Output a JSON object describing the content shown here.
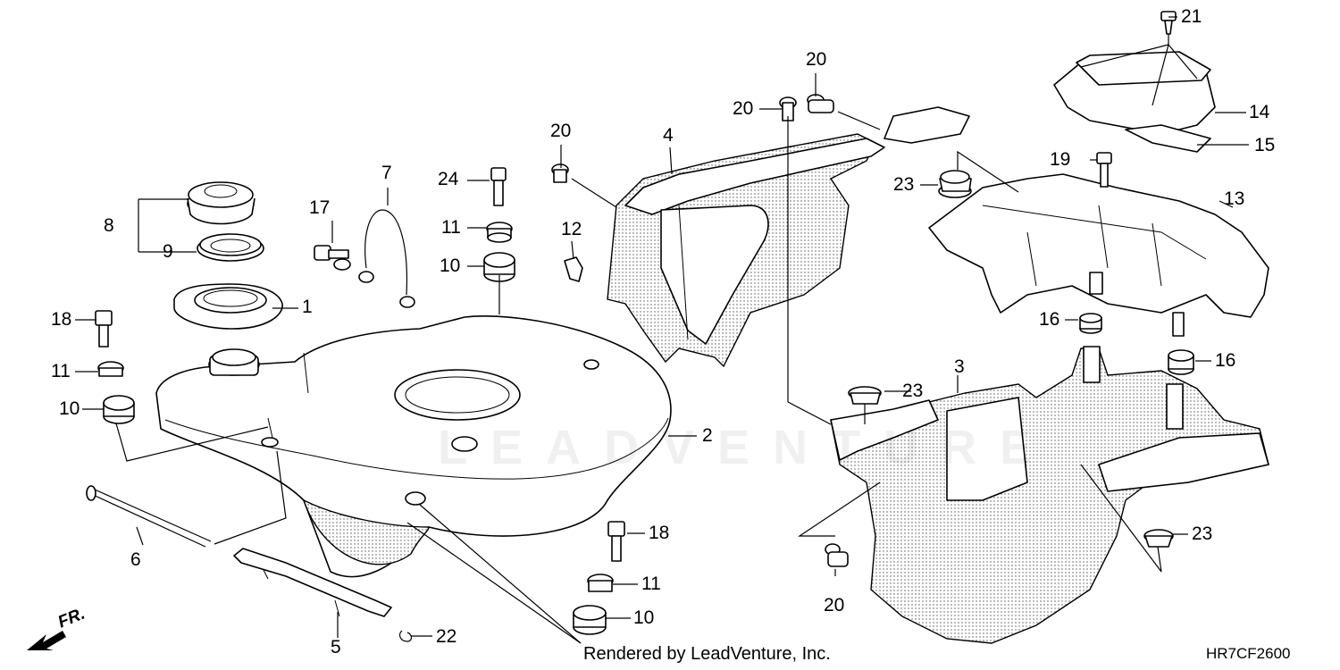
{
  "diagram": {
    "callouts": {
      "c1": "1",
      "c2": "2",
      "c3": "3",
      "c4": "4",
      "c5": "5",
      "c6": "6",
      "c7": "7",
      "c8": "8",
      "c9": "9",
      "c10a": "10",
      "c10b": "10",
      "c10c": "10",
      "c11a": "11",
      "c11b": "11",
      "c11c": "11",
      "c12": "12",
      "c13": "13",
      "c14": "14",
      "c15": "15",
      "c16a": "16",
      "c16b": "16",
      "c17": "17",
      "c18a": "18",
      "c18b": "18",
      "c19": "19",
      "c20a": "20",
      "c20b": "20",
      "c20c": "20",
      "c20d": "20",
      "c21": "21",
      "c22": "22",
      "c23a": "23",
      "c23b": "23",
      "c23c": "23",
      "c24": "24"
    },
    "watermark": "LEADVENTURE",
    "front_marker": "FR.",
    "credit": "Rendered by LeadVenture, Inc.",
    "diagram_code": "HR7CF2600"
  }
}
